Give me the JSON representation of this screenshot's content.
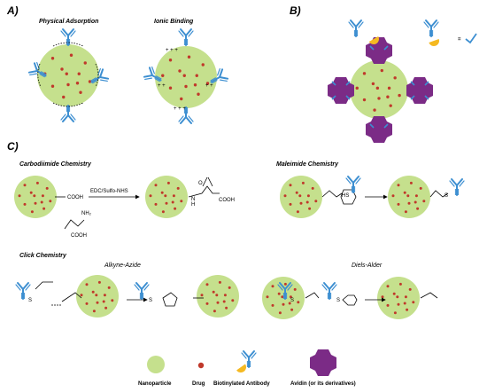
{
  "panels": {
    "a_label": "A)",
    "b_label": "B)",
    "c_label": "C)"
  },
  "section_a": {
    "physical": "Physical Adsorption",
    "ionic": "Ionic Binding"
  },
  "section_c": {
    "carbodiimide": "Carbodiimide Chemistry",
    "reagent": "EDC/Sulfo-NHS",
    "cooh": "COOH",
    "nh2": "NH₂",
    "maleimide": "Maleimide Chemistry",
    "hs": "HS",
    "click": "Click Chemistry",
    "alkyne_azide": "Alkyne-Azide",
    "diels_alder": "Diels-Alder",
    "s": "S",
    "h": "H",
    "n": "N",
    "o": "O"
  },
  "legend": {
    "nanoparticle": "Nanoparticle",
    "drug": "Drug",
    "biotinylated_antibody": "Biotinylated Antibody",
    "avidin": "Avidin (or its derivatives)"
  },
  "colors": {
    "nanoparticle": "#c5e08d",
    "drug": "#c0392b",
    "antibody": "#3d8fd1",
    "avidin": "#7b2b86",
    "biotin": "#f5b921"
  }
}
